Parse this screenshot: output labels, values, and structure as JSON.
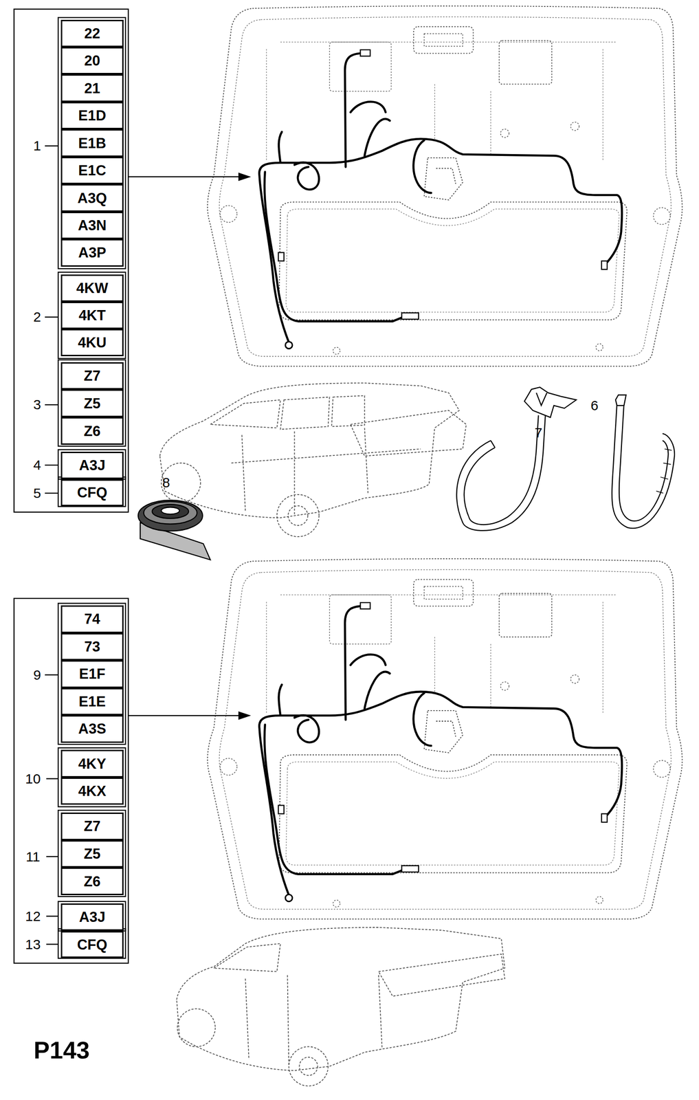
{
  "diagram": {
    "nodes": [
      {
        "text": [
          "22"
        ]
      },
      {
        "text": [
          "20"
        ]
      },
      {
        "text": [
          "21"
        ]
      },
      {
        "text": [
          "E1D"
        ]
      },
      {
        "text": [
          "E1B"
        ]
      },
      {
        "text": [
          "E1C"
        ]
      },
      {
        "text": [
          "A3Q"
        ]
      },
      {
        "text": [
          "A3N"
        ]
      },
      {
        "text": [
          "A3P"
        ]
      },
      {
        "text": [
          "4KW"
        ]
      },
      {
        "text": [
          "4KT"
        ]
      },
      {
        "text": [
          "4KU"
        ]
      },
      {
        "text": [
          "Z7"
        ]
      },
      {
        "text": [
          "Z5"
        ]
      },
      {
        "text": [
          "Z6"
        ]
      },
      {
        "text": [
          "A3J"
        ]
      },
      {
        "text": [
          "CFQ"
        ]
      },
      {
        "text": [
          "74"
        ]
      },
      {
        "text": [
          "73"
        ]
      },
      {
        "text": [
          "E1F"
        ]
      },
      {
        "text": [
          "E1E"
        ]
      },
      {
        "text": [
          "A3S"
        ]
      },
      {
        "text": [
          "4KY"
        ]
      },
      {
        "text": [
          "4KX"
        ]
      },
      {
        "text": [
          "Z7"
        ]
      },
      {
        "text": [
          "Z5"
        ]
      },
      {
        "text": [
          "Z6"
        ]
      },
      {
        "text": [
          "A3J"
        ]
      },
      {
        "text": [
          "CFQ"
        ]
      }
    ],
    "labels": [
      "1",
      "2",
      "3",
      "6",
      "7",
      "4",
      "8",
      "5",
      "9",
      "10",
      "11",
      "12",
      "13",
      "P143"
    ]
  }
}
